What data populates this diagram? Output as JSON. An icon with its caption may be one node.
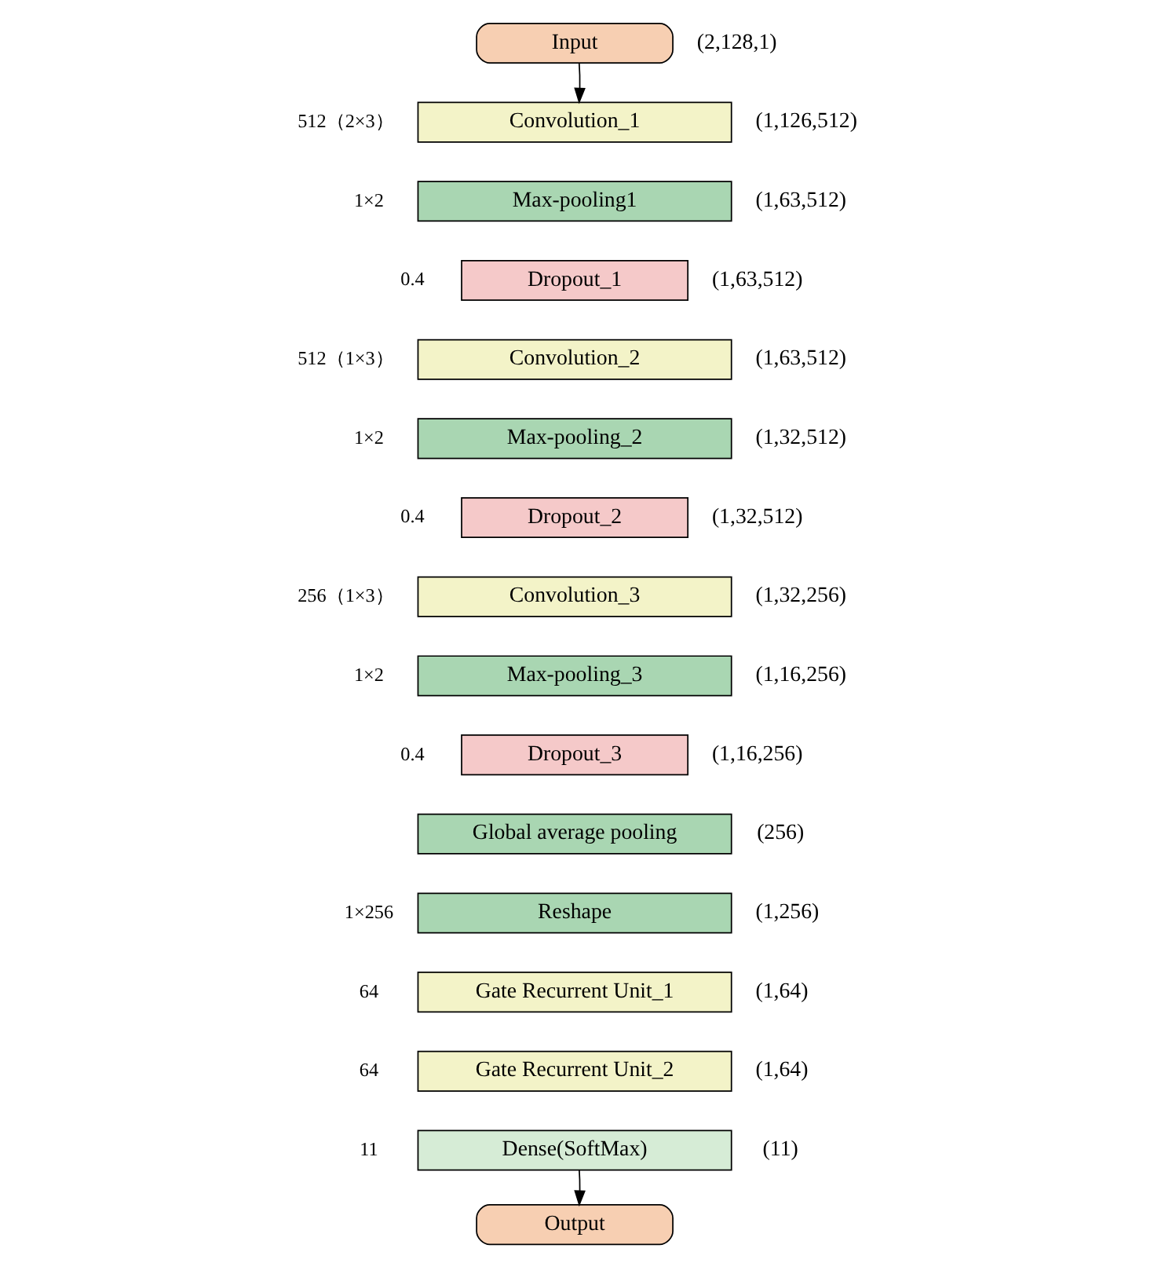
{
  "diagram": {
    "nodes": [
      {
        "text": [
          "Input"
        ],
        "beside": [
          "(2,128,1)"
        ]
      },
      {
        "text": [
          "Convolution_1"
        ],
        "beside": [
          "512（2×3）",
          "(1,126,512)"
        ]
      },
      {
        "text": [
          "Max-pooling1"
        ],
        "beside": [
          "1×2",
          "(1,63,512)"
        ]
      },
      {
        "text": [
          "Dropout_1"
        ],
        "beside": [
          "0.4",
          "(1,63,512)"
        ]
      },
      {
        "text": [
          "Convolution_2"
        ],
        "beside": [
          "512（1×3）",
          "(1,63,512)"
        ]
      },
      {
        "text": [
          "Max-pooling_2"
        ],
        "beside": [
          "1×2",
          "(1,32,512)"
        ]
      },
      {
        "text": [
          "Dropout_2"
        ],
        "beside": [
          "0.4",
          "(1,32,512)"
        ]
      },
      {
        "text": [
          "Convolution_3"
        ],
        "beside": [
          "256（1×3）",
          "(1,32,256)"
        ]
      },
      {
        "text": [
          "Max-pooling_3"
        ],
        "beside": [
          "1×2",
          "(1,16,256)"
        ]
      },
      {
        "text": [
          "Dropout_3"
        ],
        "beside": [
          "0.4",
          "(1,16,256)"
        ]
      },
      {
        "text": [
          "Global average pooling"
        ],
        "beside": [
          "(256)"
        ]
      },
      {
        "text": [
          "Reshape"
        ],
        "beside": [
          "1×256",
          "(1,256)"
        ]
      },
      {
        "text": [
          "Gate Recurrent Unit_1"
        ],
        "beside": [
          "64",
          "(1,64)"
        ]
      },
      {
        "text": [
          "Gate Recurrent Unit_2"
        ],
        "beside": [
          "64",
          "(1,64)"
        ]
      },
      {
        "text": [
          "Dense(SoftMax)"
        ],
        "beside": [
          "11",
          "(11)"
        ]
      },
      {
        "text": [
          "Output"
        ]
      }
    ],
    "edges": [
      {
        "from": 0,
        "to": 1,
        "arrow": "to"
      },
      {
        "from": 14,
        "to": 15,
        "arrow": "to"
      }
    ]
  }
}
